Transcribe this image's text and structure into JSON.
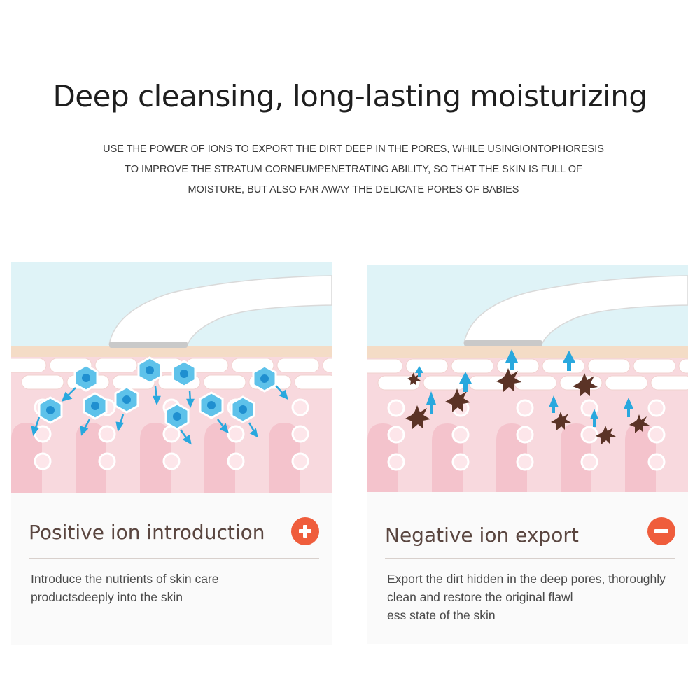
{
  "headline": "Deep cleansing, long-lasting moisturizing",
  "subtext_lines": [
    "USE THE POWER OF IONS TO EXPORT THE DIRT DEEP IN THE PORES, WHILE USINGIONTOPHORESIS",
    "TO IMPROVE THE STRATUM CORNEUMPENETRATING ABILITY, SO THAT THE SKIN IS FULL OF",
    "MOISTURE, BUT ALSO FAR AWAY THE DELICATE PORES OF BABIES"
  ],
  "cards": [
    {
      "title": "Positive ion introduction",
      "icon": "plus-circle-icon",
      "description_lines": [
        "Introduce the nutrients of skin care",
        "productsdeeply into the skin"
      ]
    },
    {
      "title": "Negative ion export",
      "icon": "minus-circle-icon",
      "description_lines": [
        "Export the dirt hidden in the deep pores, thoroughly",
        "clean and restore the original flawl",
        "ess state of the skin"
      ]
    }
  ],
  "colors": {
    "accent": "#ef5d3c",
    "title": "#5a4640",
    "sky": "#dff3f7",
    "skin_top": "#f3dcc8",
    "skin_pink": "#f6c9d1",
    "nutrient_blue": "#29a8de",
    "dirt_brown": "#5b3326"
  }
}
